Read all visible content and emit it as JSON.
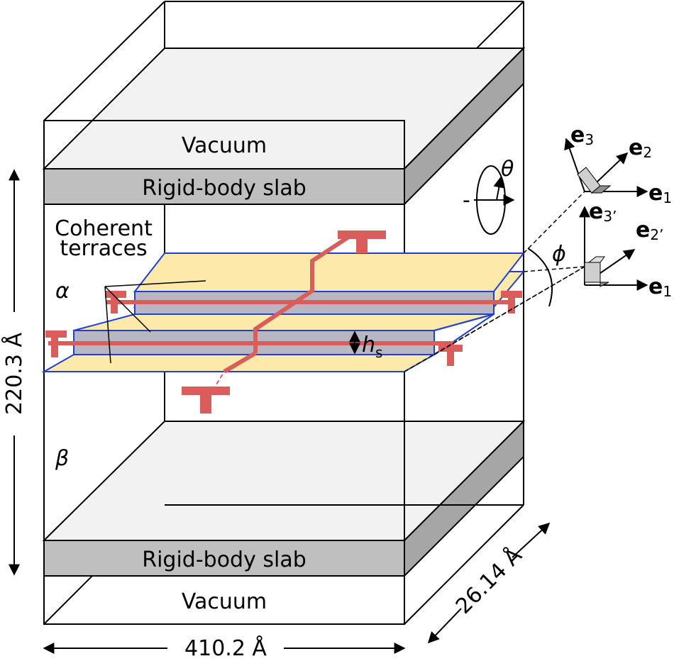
{
  "labels": {
    "vacuum_top": "Vacuum",
    "vacuum_bottom": "Vacuum",
    "slab_top": "Rigid-body slab",
    "slab_bottom": "Rigid-body slab",
    "coherent_line1": "Coherent",
    "coherent_line2": "terraces",
    "alpha": "α",
    "beta": "β",
    "step_height": "h",
    "step_height_sub": "s",
    "theta": "θ",
    "phi": "ϕ",
    "rotation_sign": "-"
  },
  "dimensions": {
    "height": "220.3 Å",
    "width": "410.2 Å",
    "depth": "26.14 Å"
  },
  "axes_top": {
    "e1": "e",
    "e1_sub": "1",
    "e2": "e",
    "e2_sub": "2",
    "e3": "e",
    "e3_sub": "3"
  },
  "axes_bottom": {
    "e1": "e",
    "e1_sub": "1",
    "e2": "e",
    "e2_sub": "2’",
    "e3": "e",
    "e3_sub": "3’"
  },
  "colors": {
    "slab_front": "#bfbfbf",
    "slab_side": "#a6a6a6",
    "slab_top": "#f2f2f2",
    "terrace_fill": "#fde9a9",
    "terrace_edge": "#1f3fd8",
    "step_fill": "#b7b7c4",
    "dislocation": "#d95d5a"
  }
}
